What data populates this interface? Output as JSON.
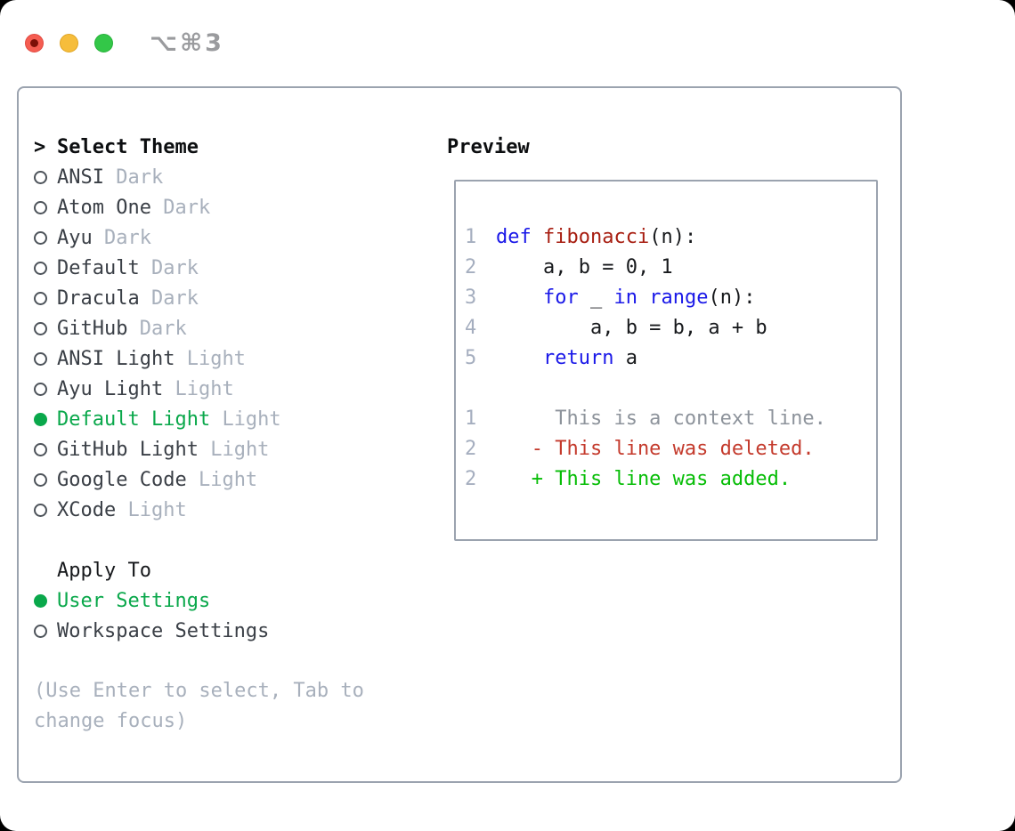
{
  "window": {
    "title": "⌥⌘3",
    "traffic_lights": [
      "close",
      "minimize",
      "zoom"
    ]
  },
  "theme_selector": {
    "prompt": ">",
    "header": "Select Theme",
    "items": [
      {
        "name": "ANSI",
        "variant": "Dark",
        "selected": false
      },
      {
        "name": "Atom One",
        "variant": "Dark",
        "selected": false
      },
      {
        "name": "Ayu",
        "variant": "Dark",
        "selected": false
      },
      {
        "name": "Default",
        "variant": "Dark",
        "selected": false
      },
      {
        "name": "Dracula",
        "variant": "Dark",
        "selected": false
      },
      {
        "name": "GitHub",
        "variant": "Dark",
        "selected": false
      },
      {
        "name": "ANSI Light",
        "variant": "Light",
        "selected": false
      },
      {
        "name": "Ayu Light",
        "variant": "Light",
        "selected": false
      },
      {
        "name": "Default Light",
        "variant": "Light",
        "selected": true
      },
      {
        "name": "GitHub Light",
        "variant": "Light",
        "selected": false
      },
      {
        "name": "Google Code",
        "variant": "Light",
        "selected": false
      },
      {
        "name": "XCode",
        "variant": "Light",
        "selected": false
      }
    ]
  },
  "apply_to": {
    "header": "Apply To",
    "options": [
      {
        "name": "User Settings",
        "selected": true
      },
      {
        "name": "Workspace Settings",
        "selected": false
      }
    ]
  },
  "hint": "(Use Enter to select, Tab to change focus)",
  "preview": {
    "title": "Preview",
    "rows": [
      {
        "num": "1",
        "segments": [
          {
            "text": "def",
            "style": "keyword"
          },
          {
            "text": " ",
            "style": "plain"
          },
          {
            "text": "fibonacci",
            "style": "function"
          },
          {
            "text": "(n):",
            "style": "plain"
          }
        ]
      },
      {
        "num": "2",
        "segments": [
          {
            "text": "    a, b = 0, 1",
            "style": "plain"
          }
        ]
      },
      {
        "num": "3",
        "segments": [
          {
            "text": "    ",
            "style": "plain"
          },
          {
            "text": "for",
            "style": "keyword"
          },
          {
            "text": " _ ",
            "style": "plain"
          },
          {
            "text": "in",
            "style": "keyword"
          },
          {
            "text": " ",
            "style": "plain"
          },
          {
            "text": "range",
            "style": "keyword"
          },
          {
            "text": "(n):",
            "style": "plain"
          }
        ]
      },
      {
        "num": "4",
        "segments": [
          {
            "text": "        a, b = b, a + b",
            "style": "plain"
          }
        ]
      },
      {
        "num": "5",
        "segments": [
          {
            "text": "    ",
            "style": "plain"
          },
          {
            "text": "return",
            "style": "keyword"
          },
          {
            "text": " a",
            "style": "plain"
          }
        ]
      },
      {
        "num": "",
        "segments": []
      },
      {
        "num": "1",
        "segments": [
          {
            "text": "     This is a context line.",
            "style": "context"
          }
        ]
      },
      {
        "num": "2",
        "segments": [
          {
            "text": "   - This line was deleted.",
            "style": "deleted"
          }
        ]
      },
      {
        "num": "2",
        "segments": [
          {
            "text": "   + This line was added.",
            "style": "added"
          }
        ]
      }
    ]
  },
  "colors": {
    "panel_border": "#9ba3af",
    "selection_green": "#0aa84b",
    "keyword_blue": "#1a18e8",
    "function_red": "#a71d10",
    "diff_deleted_red": "#c43a2c",
    "diff_added_green": "#06bd06",
    "context_gray": "#8d939b",
    "muted_gray": "#a8b0bc",
    "traffic_close": "#f55d51",
    "traffic_minimize": "#f6bd3b",
    "traffic_zoom": "#33c748"
  }
}
